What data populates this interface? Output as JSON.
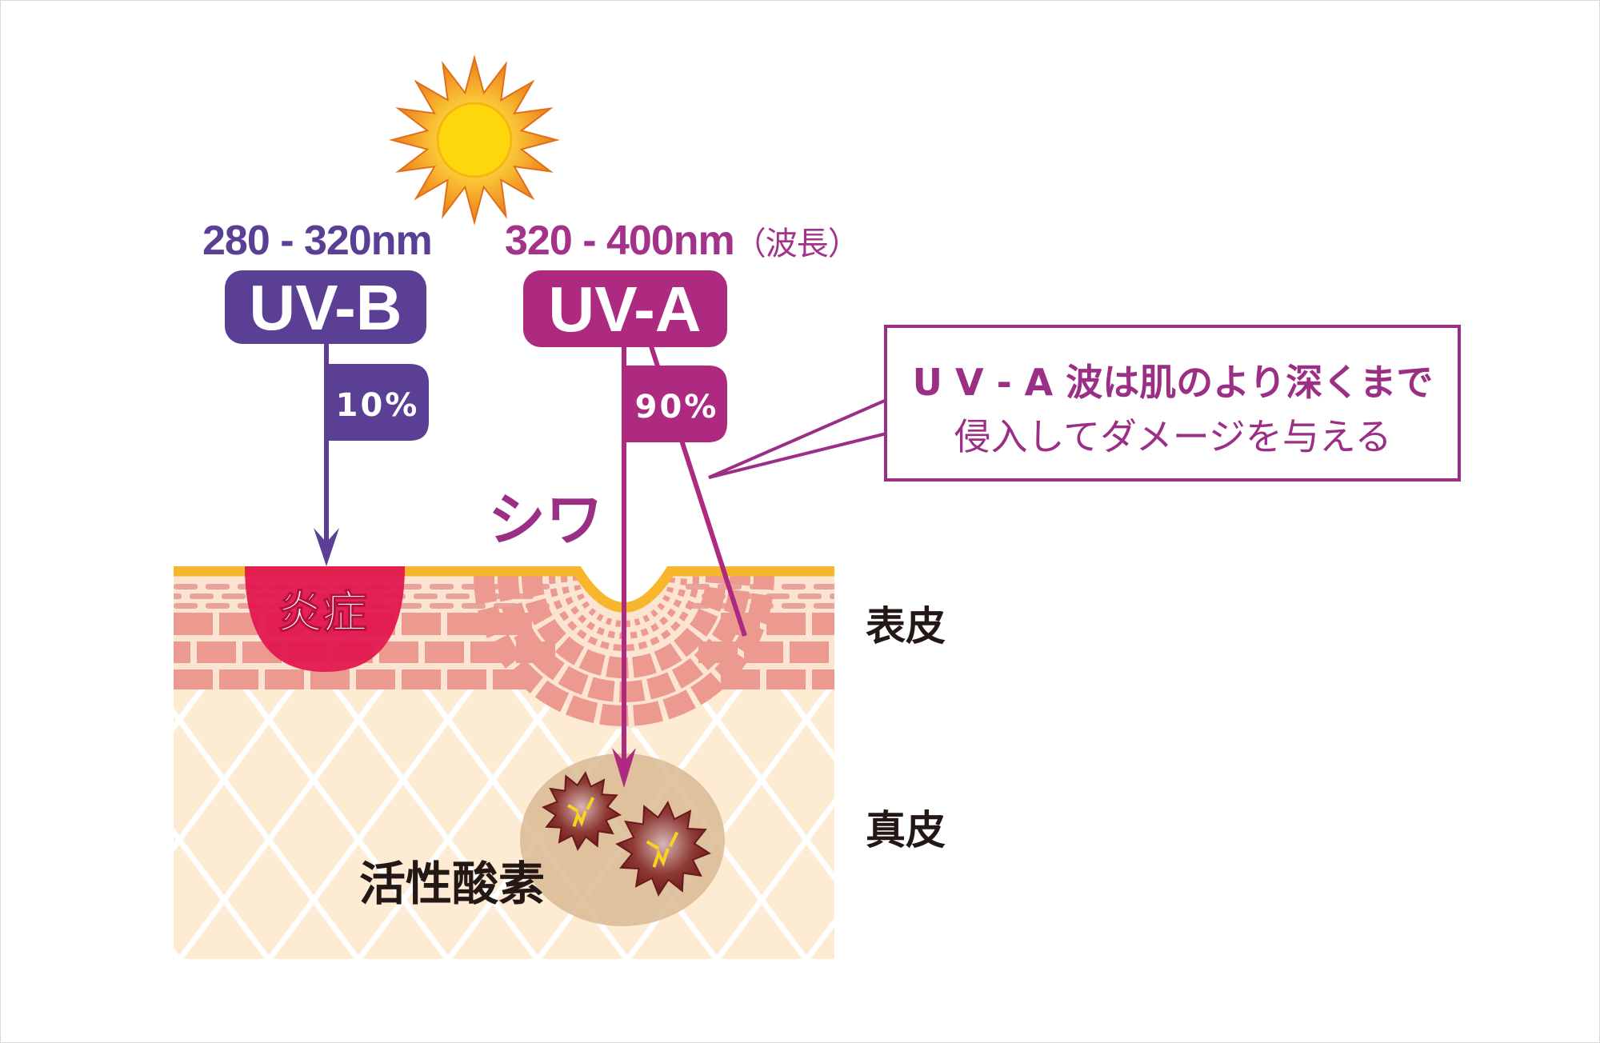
{
  "uvb": {
    "range": "280 - 320nm",
    "label": "UV-B",
    "percent": "10%",
    "color": "#5a3f94"
  },
  "uva": {
    "range": "320 - 400nm",
    "range_suffix": "（波長）",
    "label": "UV-A",
    "percent": "90%",
    "color": "#ad2a80"
  },
  "callout": {
    "line1": "U V - A 波は肌のより深くまで",
    "line2": "侵入してダメージを与える",
    "color": "#9b2f86"
  },
  "labels": {
    "wrinkle": "シワ",
    "inflammation": "炎症",
    "reactive_oxygen": "活性酸素",
    "epidermis": "表皮",
    "dermis": "真皮"
  },
  "icons": {
    "sun": "sun-icon",
    "radical": "starburst-icon"
  }
}
